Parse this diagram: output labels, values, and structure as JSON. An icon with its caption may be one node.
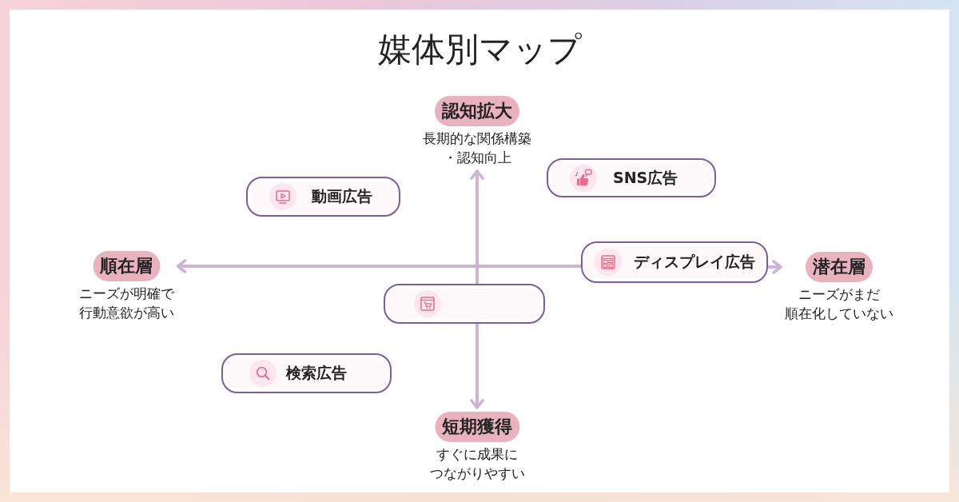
{
  "diagram": {
    "title": "媒体別マップ",
    "nodes": [
      {
        "text": [
          "認知拡大"
        ],
        "beside": [
          "長期的な関係構築・認知向上"
        ]
      },
      {
        "text": [
          "動画広告"
        ]
      },
      {
        "text": [
          "SNS広告"
        ]
      },
      {
        "text": [
          "順在層"
        ],
        "beside": [
          "ニーズが明確で行動意欲が高い"
        ]
      },
      {
        "text": [
          "ディスプレイ広告"
        ]
      },
      {
        "text": [
          "潜在層"
        ],
        "beside": [
          "ニーズがまだ順在化していない"
        ]
      },
      {
        "text": [],
        "shape": "box"
      },
      {
        "text": [
          "検索広告"
        ]
      },
      {
        "text": [
          "短期獲得"
        ],
        "beside": [
          "すぐに成果につながりやすい"
        ]
      }
    ],
    "edges": [
      {
        "from": 6,
        "to": 0,
        "arrow": "to"
      },
      {
        "from": 4,
        "to": 3,
        "arrow": "to"
      },
      {
        "from": 4,
        "to": 5,
        "arrow": "to"
      },
      {
        "from": 6,
        "to": 8,
        "arrow": "to"
      }
    ]
  }
}
